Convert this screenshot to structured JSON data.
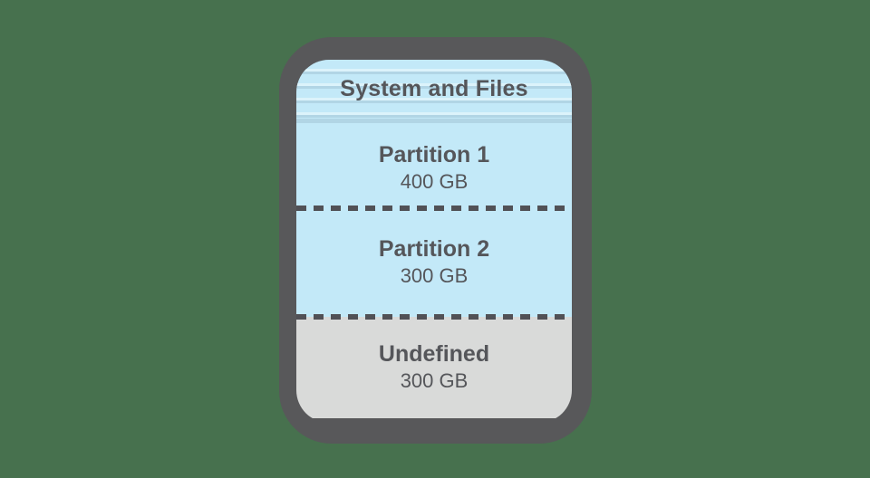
{
  "diagram": {
    "title": "System and Files",
    "sections": [
      {
        "name": "Partition 1",
        "size": "400 GB",
        "kind": "partition"
      },
      {
        "name": "Partition 2",
        "size": "300 GB",
        "kind": "partition"
      },
      {
        "name": "Undefined",
        "size": "300 GB",
        "kind": "undefined"
      }
    ],
    "colors": {
      "background": "#47714e",
      "device_border": "#58585a",
      "partition_fill": "#c3e9f8",
      "undefined_fill": "#d9dad9",
      "text": "#55565a",
      "stripe_dark": "#b1d5e5",
      "stripe_light": "#dcf3fb",
      "dash": "#515156"
    }
  }
}
